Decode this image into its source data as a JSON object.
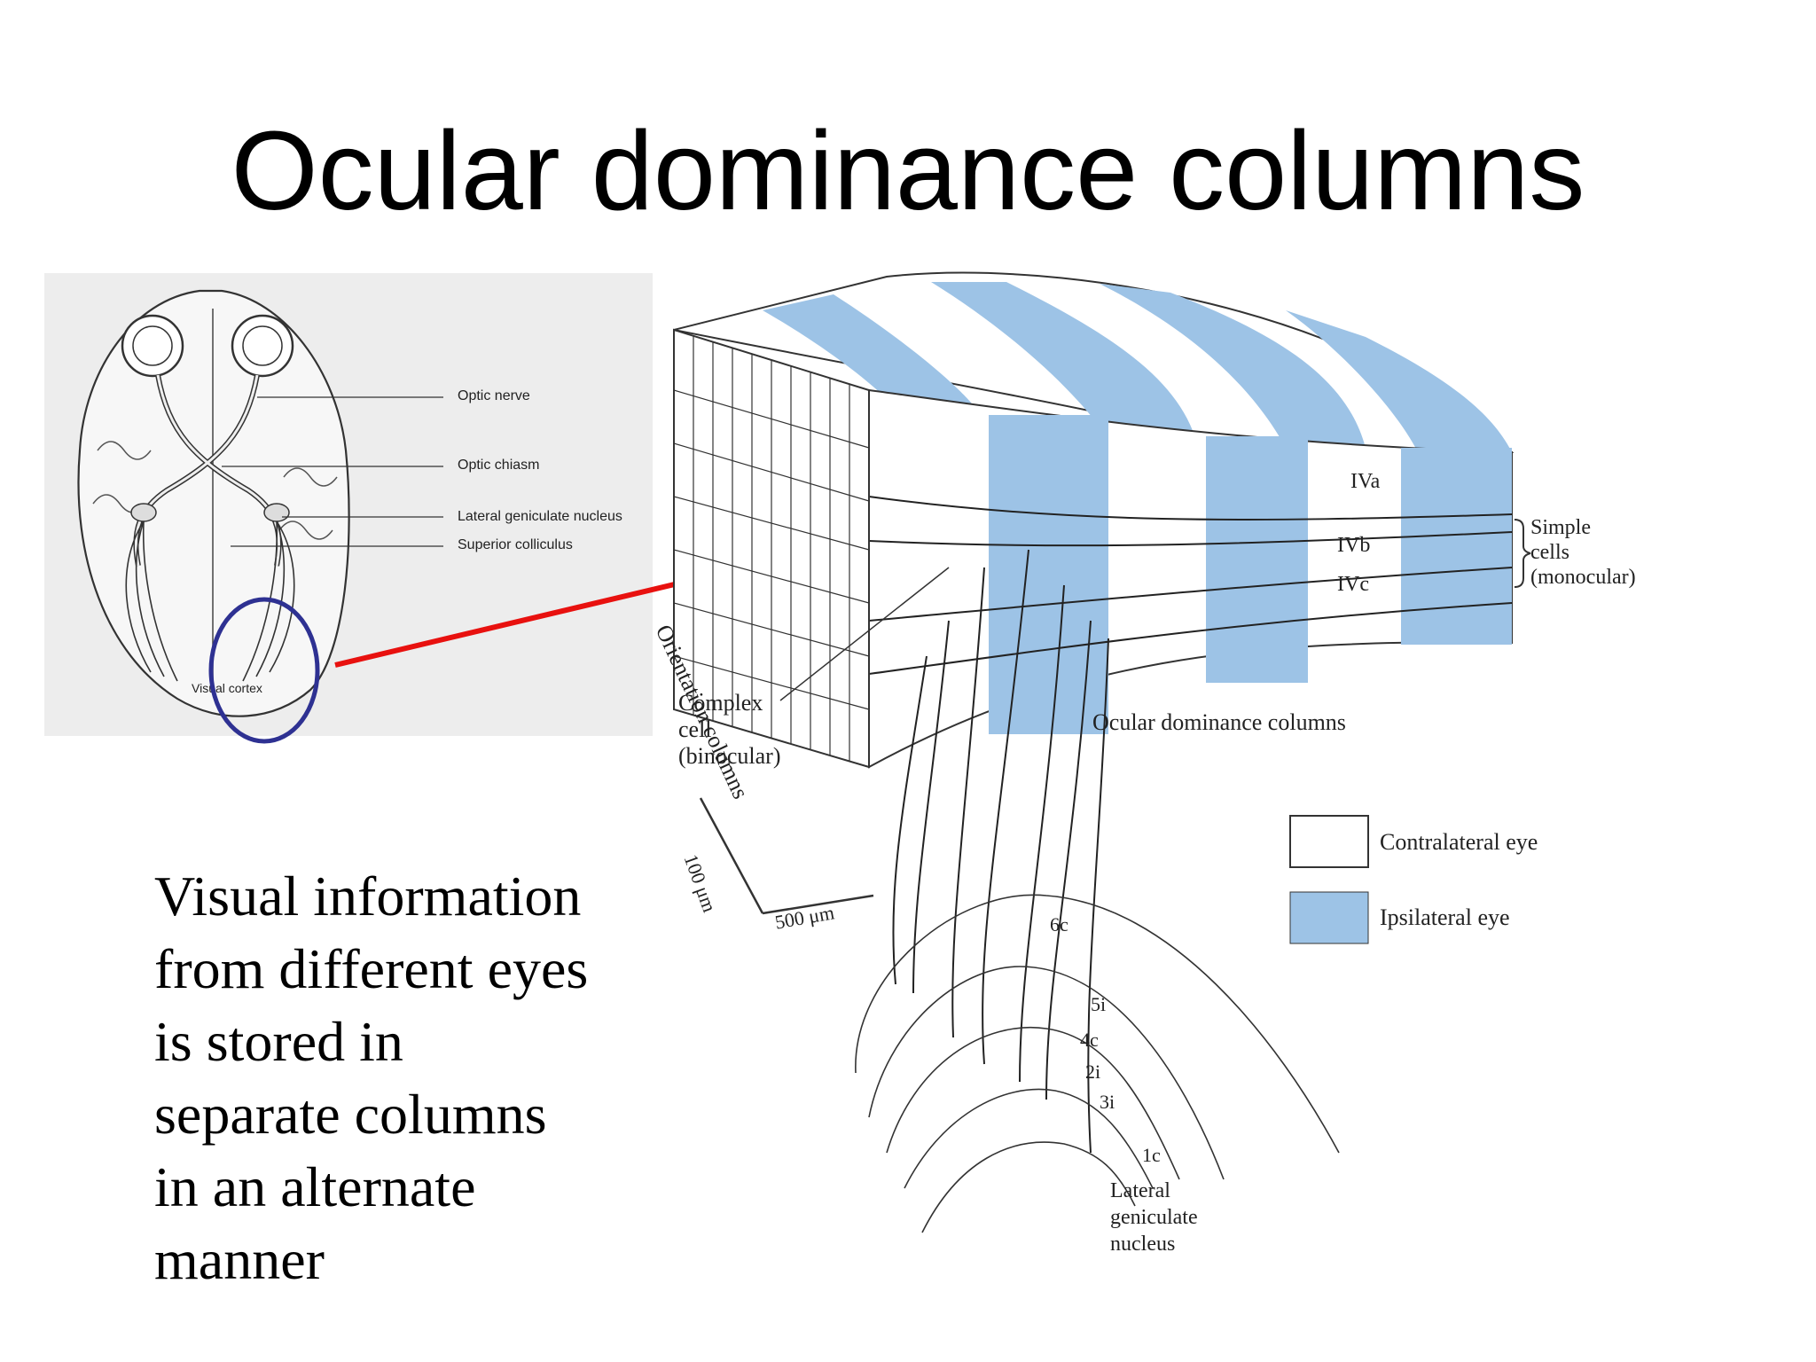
{
  "title": "Ocular dominance columns",
  "brain_labels": {
    "optic_nerve": "Optic nerve",
    "optic_chiasm": "Optic chiasm",
    "lgn": "Lateral geniculate nucleus",
    "superior_colliculus": "Superior colliculus",
    "visual_cortex": "Visual cortex"
  },
  "body_lines": [
    "Visual information",
    "from different eyes",
    "is stored in",
    "separate columns",
    "in an alternate",
    "manner"
  ],
  "cortex_labels": {
    "layer_iva": "IVa",
    "layer_ivb": "IVb",
    "layer_ivc": "IVc",
    "simple_cells_1": "Simple",
    "simple_cells_2": "cells",
    "simple_cells_3": "(monocular)",
    "orientation_columns": "Orientation columns",
    "complex_cell_1": "Complex",
    "complex_cell_2": "cell",
    "complex_cell_3": "(binocular)",
    "ocular_dominance": "Ocular dominance columns",
    "scale_vertical": "100 μm",
    "scale_horizontal": "500 μm",
    "lgn_1": "Lateral",
    "lgn_2": "geniculate",
    "lgn_3": "nucleus",
    "lgn_layers": [
      "6c",
      "5i",
      "4c",
      "2i",
      "3i",
      "1c"
    ]
  },
  "legend": {
    "contralateral": "Contralateral eye",
    "ipsilateral": "Ipsilateral eye"
  },
  "colors": {
    "ipsilateral_blue": "#9dc3e6",
    "arrow_red": "#e8110f",
    "circle_navy": "#2e3192"
  }
}
